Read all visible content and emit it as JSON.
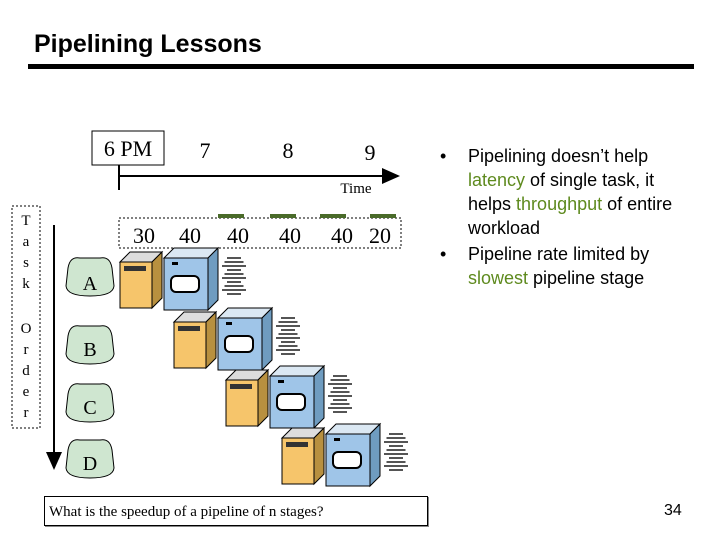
{
  "slide": {
    "title": "Pipelining Lessons",
    "page_number": "34"
  },
  "timeline": {
    "hours": [
      "6 PM",
      "7",
      "8",
      "9"
    ],
    "axis_label": "Time",
    "durations": [
      "30",
      "40",
      "40",
      "40",
      "40",
      "20"
    ]
  },
  "task_order_label": [
    "T",
    "a",
    "s",
    "k",
    "O",
    "r",
    "d",
    "e",
    "r"
  ],
  "tasks": [
    "A",
    "B",
    "C",
    "D"
  ],
  "bullets": [
    {
      "before": "Pipelining doesn’t help ",
      "highlight": "latency",
      "middle": " of single task, it helps ",
      "highlight2": "throughput",
      "after": " of entire workload"
    },
    {
      "before": "Pipeline rate limited by ",
      "highlight": "slowest",
      "after": " pipeline stage"
    }
  ],
  "question": "What is the speedup of a pipeline of n stages?",
  "colors": {
    "highlight": "#5e8a1e",
    "washer": "#9fc5e8",
    "dryer": "#f6c56b",
    "bag": "#cfe6d0"
  }
}
